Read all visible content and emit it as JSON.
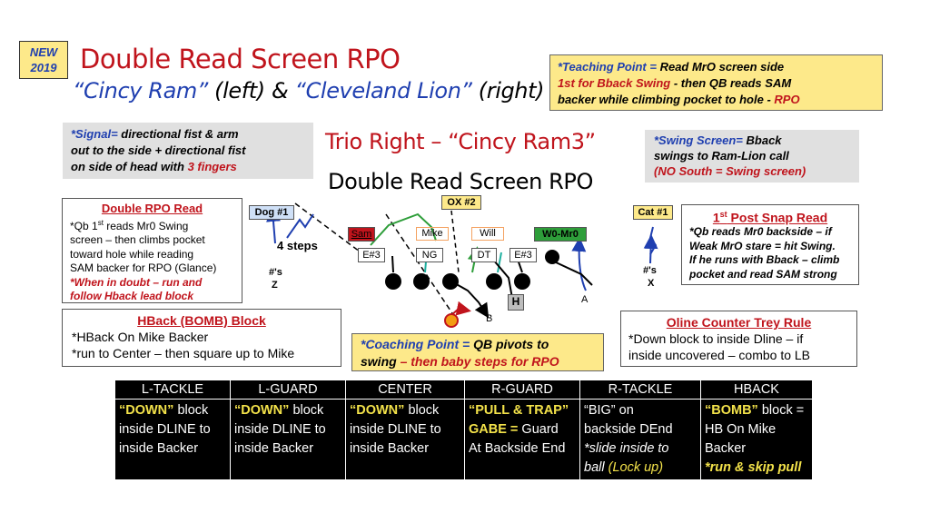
{
  "badge": {
    "line1": "NEW",
    "line2": "2019"
  },
  "title": "Double Read Screen RPO",
  "subtitle": {
    "a": "“Cincy Ram”",
    "b": " (left) & ",
    "c": "“Cleveland Lion”",
    "d": " (right)"
  },
  "teaching_point": {
    "label": "*Teaching Point = ",
    "text1": "Read MrO screen side",
    "text2_red": "1st for Bback Swing",
    "text2": " - then QB reads SAM",
    "text3": "backer while climbing pocket to hole - ",
    "text3_red": "RPO"
  },
  "signal": {
    "label": "*Signal= ",
    "text1": "directional fist & arm",
    "text2": "out to the side + directional fist",
    "text3": "on side of head with ",
    "text3_red": "3 fingers"
  },
  "formation_title": "Trio Right – “Cincy Ram3”",
  "formation_sub": "Double Read Screen RPO",
  "swing": {
    "label": "*Swing Screen= ",
    "text1": "Bback",
    "text2": "swings to Ram-Lion call",
    "text3_red": "(NO South = Swing screen)"
  },
  "double_rpo": {
    "head": "Double RPO Read",
    "l1a": "*Qb 1",
    "l1sup": "st",
    "l1b": " reads Mr0 Swing",
    "l2": "screen – then climbs pocket",
    "l3": "toward hole while reading",
    "l4": "SAM backer for RPO (Glance)",
    "l5_red": "*When in doubt – run and",
    "l6_red": "follow Hback lead block"
  },
  "first_read": {
    "head_a": "1",
    "head_sup": "st",
    "head_b": " Post Snap Read",
    "l1": "*Qb reads Mr0 backside – if",
    "l2": "Weak MrO stare = hit Swing.",
    "l3": "If he runs with Bback – climb",
    "l4": "pocket and read SAM strong"
  },
  "hback_block": {
    "head": "HBack (BOMB) Block",
    "l1": "*HBack On Mike Backer",
    "l2": "*run to Center – then square up to Mike"
  },
  "coaching_point": {
    "label": "*Coaching Point = ",
    "text1": "QB pivots to",
    "text2": "swing ",
    "text2_red": "– then baby steps for RPO"
  },
  "oline": {
    "head": "Oline Counter Trey Rule",
    "l1": "*Down block to inside Dline – if",
    "l2": "inside uncovered – combo to LB"
  },
  "field": {
    "ox2": "OX #2",
    "dog1": "Dog #1",
    "cat1": "Cat #1",
    "steps": "4 steps",
    "sam": "Sam",
    "mike": "Mike",
    "will": "Will",
    "w0": "W0-Mr0",
    "e3a": "E#3",
    "ng": "NG",
    "dt": "DT",
    "e3b": "E#3",
    "h": "H",
    "a": "A",
    "b": "B",
    "left_s": "#'s",
    "left_z": "Z",
    "right_s": "#'s",
    "right_x": "X"
  },
  "colors": {
    "red": "#c0141c",
    "blue": "#1f3fb0",
    "yellow": "#fde98a",
    "green_route": "#2e9e3a",
    "teal_route": "#1fb0a0"
  },
  "table": {
    "headers": [
      "L-TACKLE",
      "L-GUARD",
      "CENTER",
      "R-GUARD",
      "R-TACKLE",
      "HBACK"
    ],
    "c1": {
      "y": "“DOWN”",
      "a": " block",
      "b": "inside DLINE to",
      "c": "inside Backer"
    },
    "c2": {
      "y": "“DOWN”",
      "a": " block",
      "b": "inside DLINE to",
      "c": "inside Backer"
    },
    "c3": {
      "y": "“DOWN”",
      "a": " block",
      "b": "inside DLINE to",
      "c": "inside Backer"
    },
    "c4": {
      "y": "“PULL & TRAP”",
      "y2": "GABE =",
      "a": " Guard",
      "b": "At Backside End"
    },
    "c5": {
      "a": "“BIG” on",
      "b": "backside DEnd",
      "c": "*slide inside to",
      "d": "ball ",
      "dy": "(Lock up)"
    },
    "c6": {
      "y": "“BOMB”",
      "a": " block =",
      "b": "HB On Mike",
      "c": "Backer",
      "dy": "*run & skip pull"
    }
  }
}
